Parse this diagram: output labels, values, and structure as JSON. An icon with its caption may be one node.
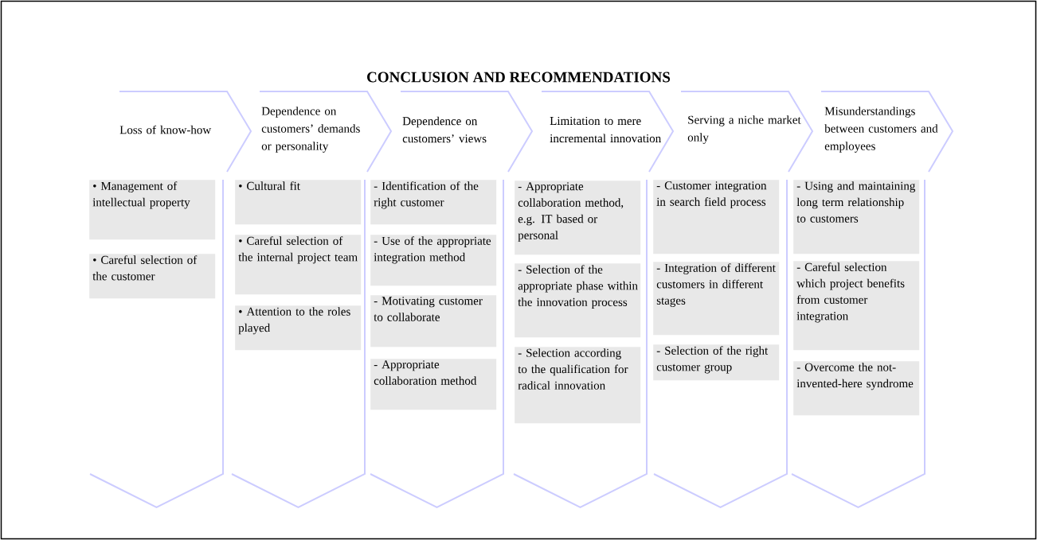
{
  "diagram": {
    "title": "CONCLUSION AND RECOMMENDATIONS",
    "nodes": [
      {
        "text": [
          "Loss of know-how"
        ]
      },
      {
        "text": [],
        "shape": "chevron"
      },
      {
        "text": [
          "• Management of intellectual property"
        ],
        "in": 1
      },
      {
        "text": [
          "• Careful selection of the customer"
        ],
        "in": 1
      },
      {
        "text": [
          "Dependence on customers’ demands or personality"
        ]
      },
      {
        "text": [],
        "shape": "chevron"
      },
      {
        "text": [
          "• Cultural fit"
        ],
        "in": 5
      },
      {
        "text": [
          "• Careful selection of the internal project team"
        ],
        "in": 5
      },
      {
        "text": [
          "• Attention to the roles played"
        ],
        "in": 5
      },
      {
        "text": [
          "Dependence on customers’ views"
        ]
      },
      {
        "text": [],
        "shape": "chevron"
      },
      {
        "text": [
          "- Identification of the right customer"
        ],
        "in": 10
      },
      {
        "text": [
          "- Use of the appropriate integration method"
        ],
        "in": 10
      },
      {
        "text": [
          "- Motivating customer to collaborate"
        ],
        "in": 10
      },
      {
        "text": [
          "- Appropriate collaboration method"
        ],
        "in": 10
      },
      {
        "text": [
          "Limitation to mere incremental innovation"
        ]
      },
      {
        "text": [],
        "shape": "chevron"
      },
      {
        "text": [
          "- Appropriate collaboration method, e.g. IT based or personal"
        ],
        "in": 16
      },
      {
        "text": [
          "- Selection of the appropriate phase within the innovation process"
        ],
        "in": 16
      },
      {
        "text": [
          "- Selection according to the qualification for radical innovation"
        ],
        "in": 16
      },
      {
        "text": [
          "Serving a niche market only"
        ]
      },
      {
        "text": [],
        "shape": "chevron"
      },
      {
        "text": [
          "- Customer integration in search field process"
        ],
        "in": 21
      },
      {
        "text": [
          "- Integration of different customers in different stages"
        ],
        "in": 21
      },
      {
        "text": [
          "- Selection of the right customer group"
        ],
        "in": 21
      },
      {
        "text": [
          "Misunderstandings between customers and employees"
        ]
      },
      {
        "text": [],
        "shape": "chevron"
      },
      {
        "text": [
          "- Using and maintaining long term relationship to customers"
        ],
        "in": 26
      },
      {
        "text": [
          "- Careful selection which project benefits from customer integration"
        ],
        "in": 26
      },
      {
        "text": [
          "- Overcome the not-invented-here syndrome"
        ],
        "in": 26
      }
    ]
  }
}
